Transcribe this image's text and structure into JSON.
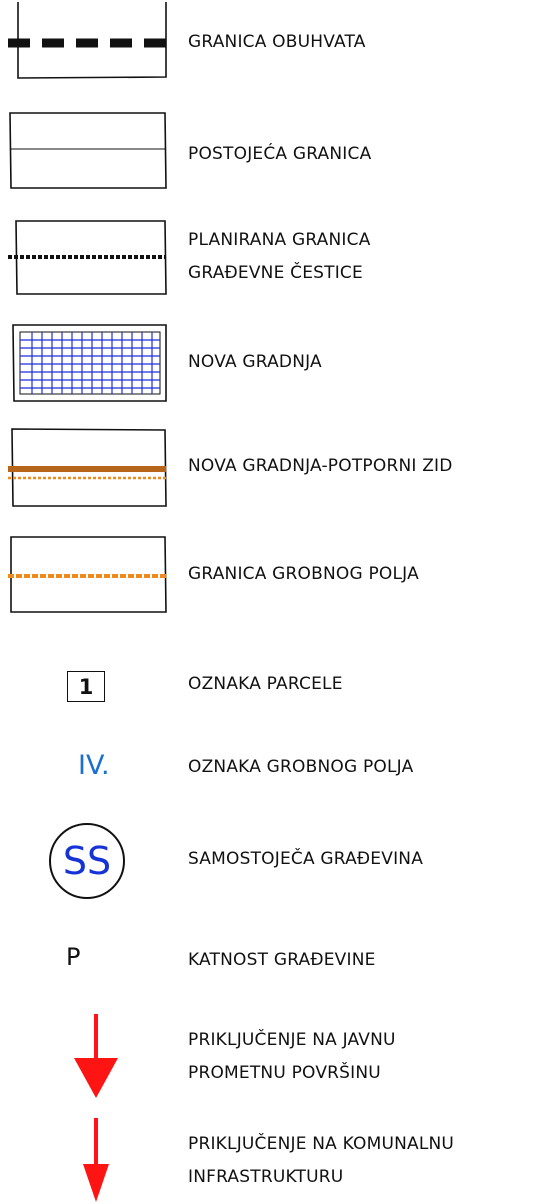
{
  "legend": {
    "items": [
      {
        "symbol": "thick-dashed-boundary",
        "lines": [
          "GRANICA OBUHVATA"
        ]
      },
      {
        "symbol": "thin-solid-boundary",
        "lines": [
          "POSTOJEĆA GRANICA"
        ]
      },
      {
        "symbol": "dotted-boundary",
        "lines": [
          "PLANIRANA GRANICA",
          "GRAĐEVNE ČESTICE"
        ]
      },
      {
        "symbol": "blue-grid-fill",
        "lines": [
          "NOVA GRADNJA"
        ]
      },
      {
        "symbol": "brown-retaining-wall",
        "lines": [
          "NOVA GRADNJA-POTPORNI ZID"
        ]
      },
      {
        "symbol": "orange-dashed-boundary",
        "lines": [
          "GRANICA GROBNOG POLJA"
        ]
      },
      {
        "symbol": "boxed-number",
        "value": "1",
        "lines": [
          "OZNAKA PARCELE"
        ]
      },
      {
        "symbol": "roman-numeral",
        "value": "IV.",
        "lines": [
          "OZNAKA GROBNOG POLJA"
        ]
      },
      {
        "symbol": "circled-letters",
        "value": "SS",
        "lines": [
          "SAMOSTOJEČA GRAĐEVINA"
        ]
      },
      {
        "symbol": "letter",
        "value": "P",
        "lines": [
          "KATNOST GRAĐEVINE"
        ]
      },
      {
        "symbol": "red-down-arrow",
        "lines": [
          "PRIKLJUČENJE NA JAVNU",
          "PROMETNU POVRŠINU"
        ]
      },
      {
        "symbol": "red-down-arrow",
        "lines": [
          "PRIKLJUČENJE NA KOMUNALNU",
          "INFRASTRUKTURU"
        ]
      }
    ]
  },
  "colors": {
    "ink": "#111111",
    "grid_blue": "#1f2fd8",
    "field_mark_blue": "#1a6fd1",
    "ss_text_blue": "#1633d6",
    "retaining_wall_brown": "#b8651c",
    "orange_dash": "#f08a1c",
    "arrow_red": "#ff1414"
  }
}
